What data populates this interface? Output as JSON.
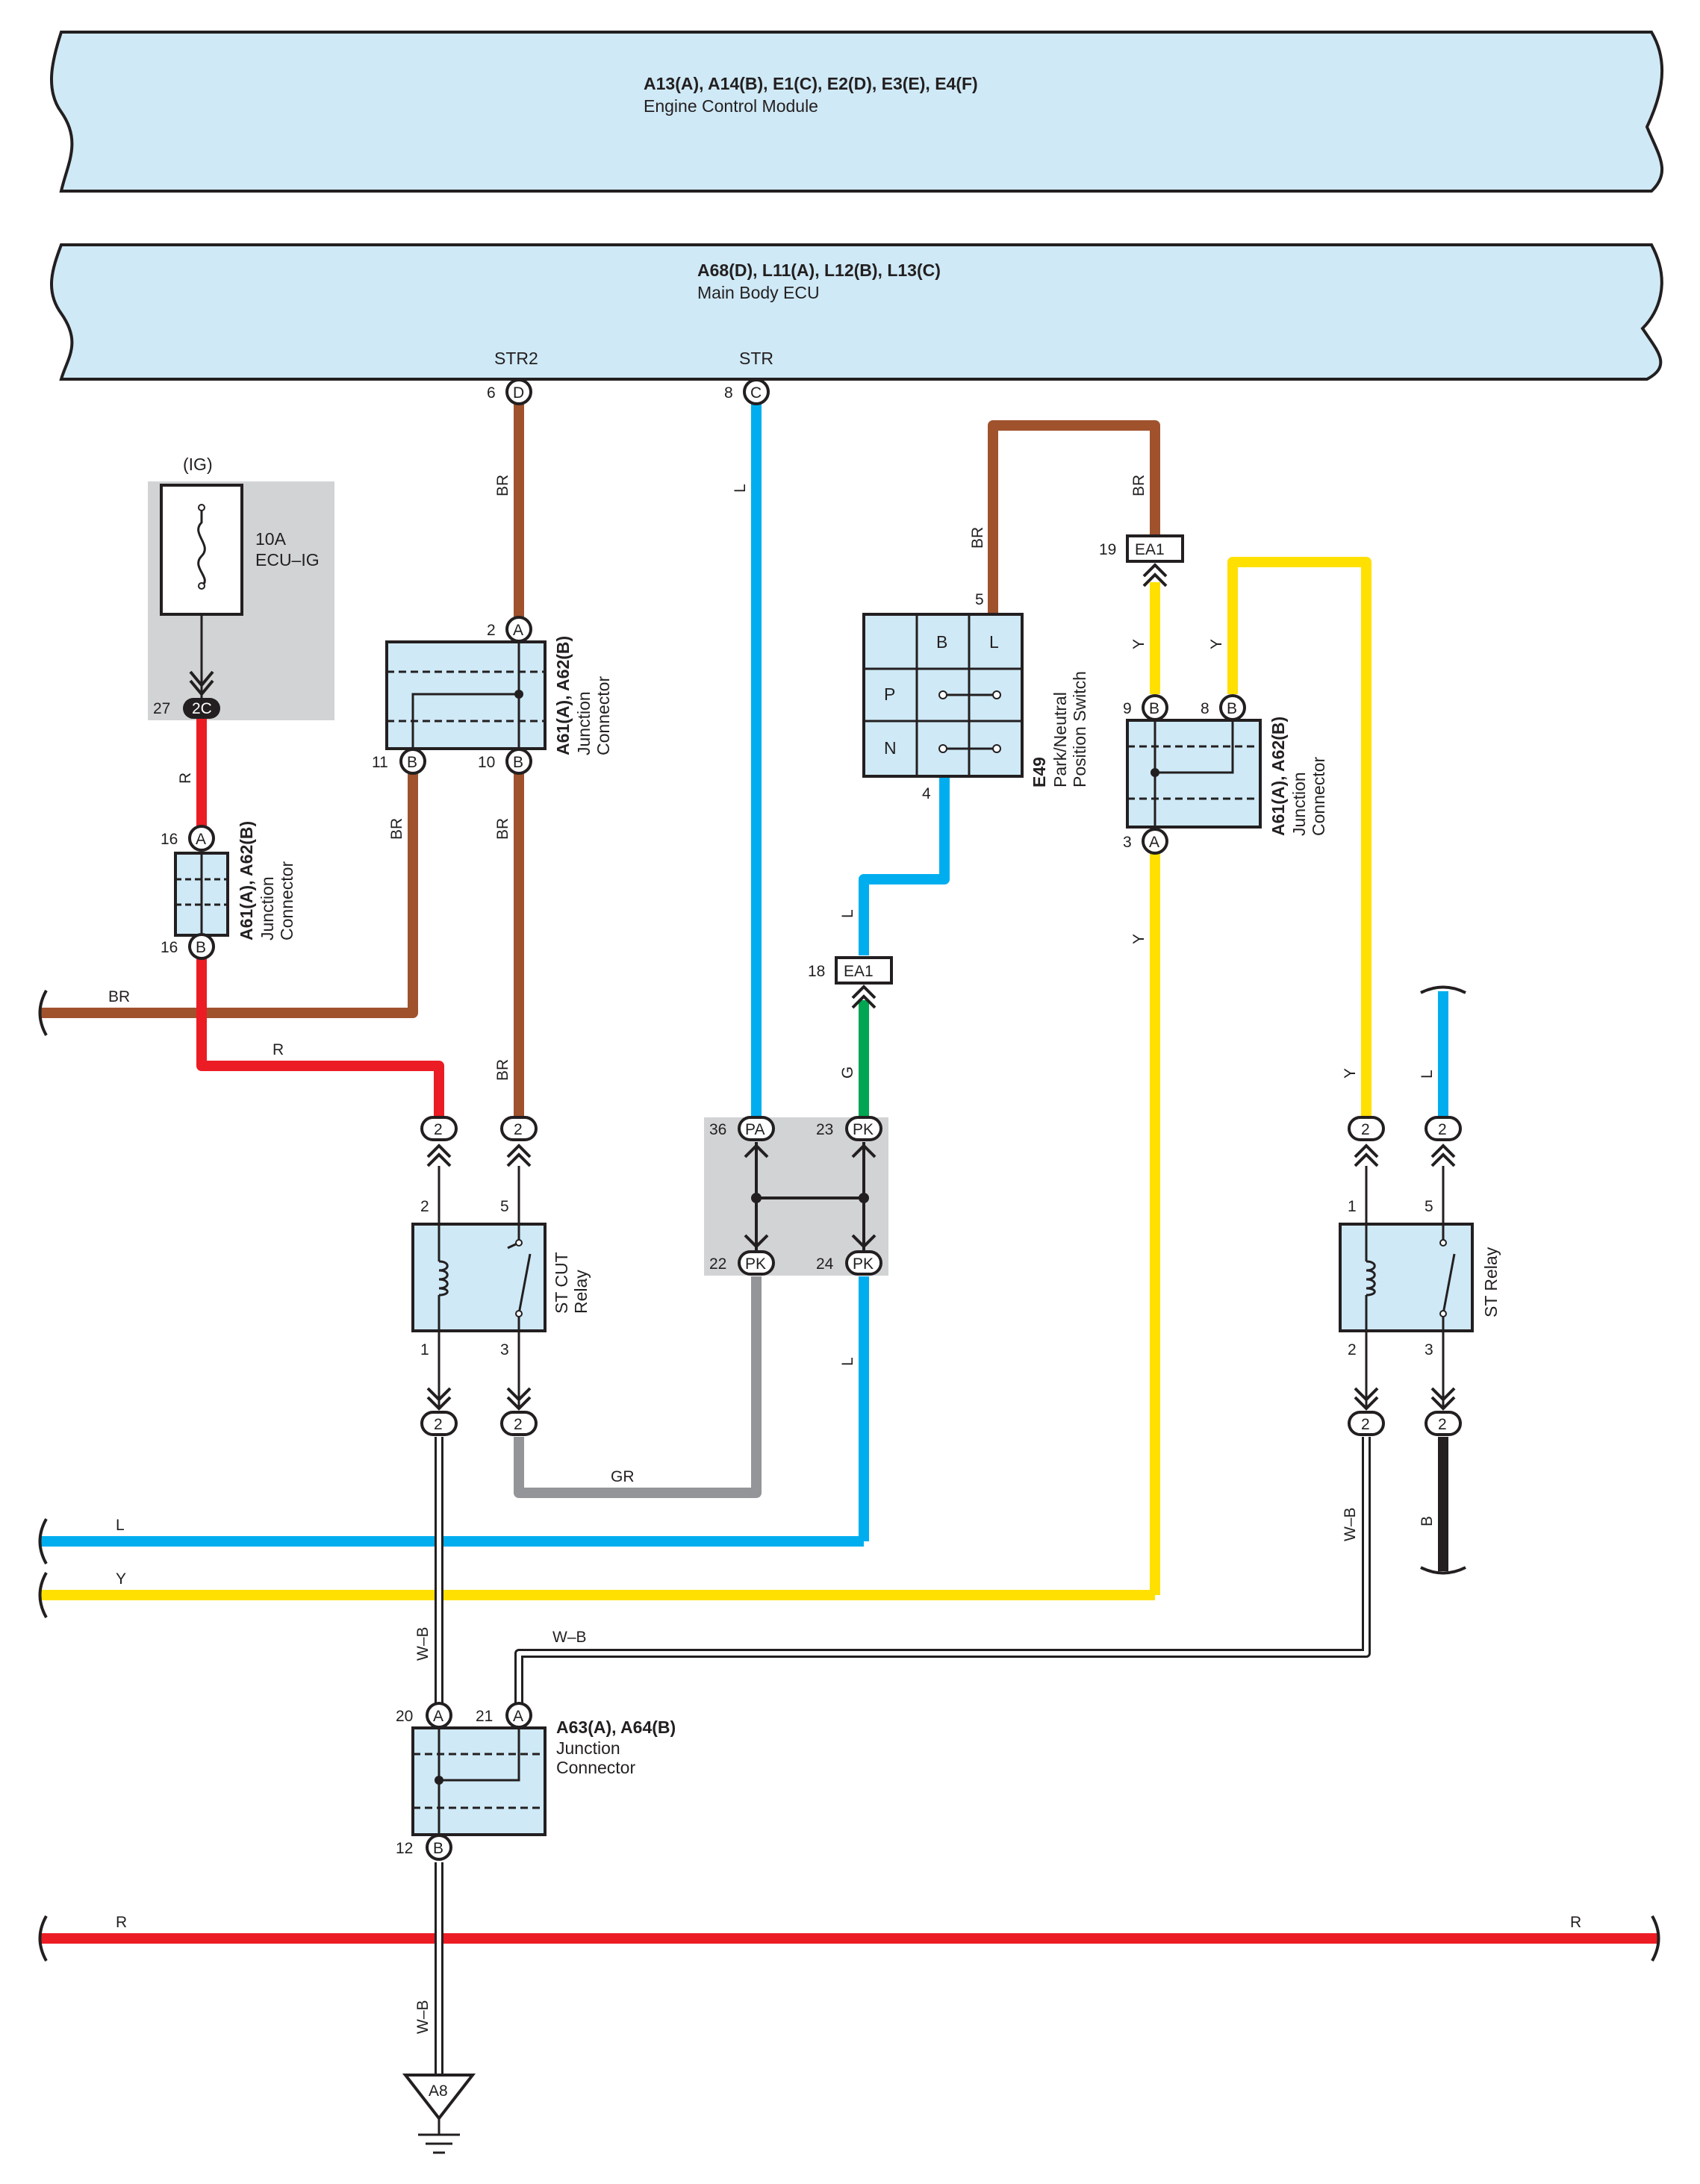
{
  "colors": {
    "R": "#ec1c24",
    "BR": "#a0522d",
    "L": "#00aeef",
    "Y": "#ffe000",
    "G": "#00a651",
    "GR": "#939598",
    "B": "#231f20",
    "WB": "#231f20",
    "component_fill": "#cfe9f6",
    "shade": "#d1d3d4",
    "ecu_fill": "#cfe9f6"
  },
  "ecm": {
    "connectors": "A13(A), A14(B), E1(C), E2(D), E3(E), E4(F)",
    "name": "Engine Control Module"
  },
  "body_ecu": {
    "connectors": "A68(D), L11(A), L12(B), L13(C)",
    "name": "Main Body ECU",
    "pin_str2": {
      "name": "STR2",
      "num": "6",
      "conn": "D"
    },
    "pin_str": {
      "name": "STR",
      "num": "8",
      "conn": "C"
    }
  },
  "fuse": {
    "supply": "(IG)",
    "rating": "10A",
    "name": "ECU–IG",
    "pin_num": "27",
    "pin_conn": "2C"
  },
  "jc_left": {
    "ref": "A61(A), A62(B)",
    "line1": "Junction",
    "line2": "Connector",
    "top_num": "16",
    "top_conn": "A",
    "bot_num": "16",
    "bot_conn": "B"
  },
  "jc_mid": {
    "ref": "A61(A), A62(B)",
    "line1": "Junction",
    "line2": "Connector",
    "top_num": "2",
    "top_conn": "A",
    "left_num": "11",
    "left_conn": "B",
    "right_num": "10",
    "right_conn": "B"
  },
  "jc_right": {
    "ref": "A61(A), A62(B)",
    "line1": "Junction",
    "line2": "Connector",
    "p9_num": "9",
    "p9_conn": "B",
    "p8_num": "8",
    "p8_conn": "B",
    "p3_num": "3",
    "p3_conn": "A"
  },
  "jc_bottom": {
    "ref": "A63(A), A64(B)",
    "line1": "Junction",
    "line2": "Connector",
    "p20_num": "20",
    "p20_conn": "A",
    "p21_num": "21",
    "p21_conn": "A",
    "p12_num": "12",
    "p12_conn": "B"
  },
  "pn_switch": {
    "ref": "E49",
    "line1": "Park/Neutral",
    "line2": "Position Switch",
    "col_b": "B",
    "col_l": "L",
    "row_p": "P",
    "row_n": "N",
    "pin_top": "5",
    "pin_bottom": "4"
  },
  "ea1_upper": {
    "num": "19",
    "conn": "EA1"
  },
  "ea1_lower": {
    "num": "18",
    "conn": "EA1"
  },
  "st_cut_relay": {
    "line1": "ST CUT",
    "line2": "Relay",
    "coil_top": "2",
    "switch_top": "5",
    "coil_bot": "1",
    "switch_bot": "3",
    "conn": "2"
  },
  "st_relay": {
    "name": "ST Relay",
    "coil_top": "1",
    "switch_top": "5",
    "coil_bot": "2",
    "switch_bot": "3",
    "conn": "2"
  },
  "ecm_conn_block": {
    "p36_num": "36",
    "p36_conn": "PA",
    "p23_num": "23",
    "p23_conn": "PK",
    "p22_num": "22",
    "p22_conn": "PK",
    "p24_num": "24",
    "p24_conn": "PK"
  },
  "ground": {
    "name": "A8"
  },
  "wires": {
    "br": "BR",
    "r": "R",
    "l": "L",
    "y": "Y",
    "g": "G",
    "gr": "GR",
    "wb": "W–B",
    "b": "B"
  }
}
